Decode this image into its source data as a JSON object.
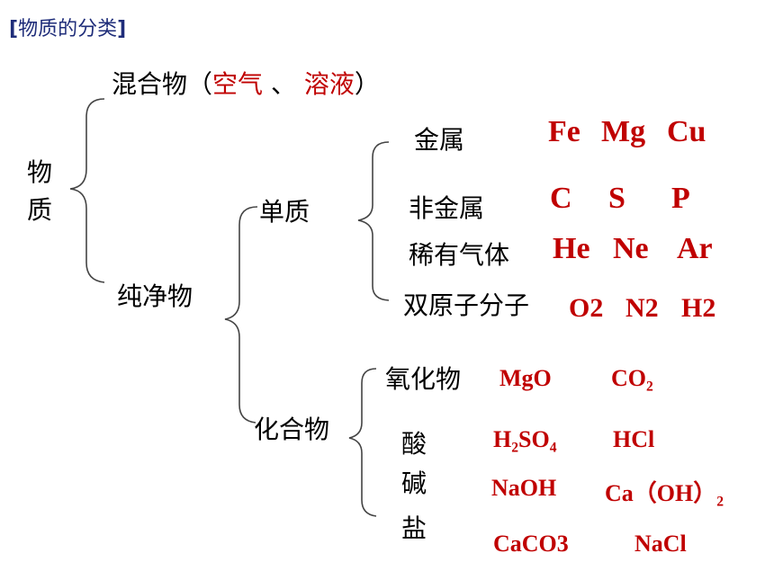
{
  "title": {
    "open": "[",
    "text": "物质的分类",
    "close": "]"
  },
  "root": {
    "char1": "物",
    "char2": "质"
  },
  "mixture": {
    "label": "混合物",
    "paren_open": "（",
    "example1": "空气",
    "sep": " 、 ",
    "example2": "溶液",
    "paren_close": "）"
  },
  "pure": {
    "label": "纯净物"
  },
  "element": {
    "label": "单质"
  },
  "compound": {
    "label": "化合物"
  },
  "element_types": [
    {
      "label": "金属",
      "examples": [
        "Fe",
        "Mg",
        "Cu"
      ]
    },
    {
      "label": "非金属",
      "examples": [
        "C",
        "S",
        "P"
      ]
    },
    {
      "label": "稀有气体",
      "examples": [
        "He",
        "Ne",
        "Ar"
      ]
    },
    {
      "label": "双原子分子",
      "examples": [
        "O2",
        "N2",
        "H2"
      ]
    }
  ],
  "compound_types": [
    {
      "label": "氧化物",
      "examples": [
        "MgO",
        "CO2"
      ]
    },
    {
      "label": "酸",
      "examples": [
        "H2SO4",
        "HCl"
      ]
    },
    {
      "label": "碱",
      "examples": [
        "NaOH",
        "Ca（OH）2"
      ]
    },
    {
      "label": "盐",
      "examples": [
        "CaCO3",
        "NaCl"
      ]
    }
  ],
  "colors": {
    "title": "#1f2d7a",
    "example": "#c00000",
    "text": "#000000"
  }
}
